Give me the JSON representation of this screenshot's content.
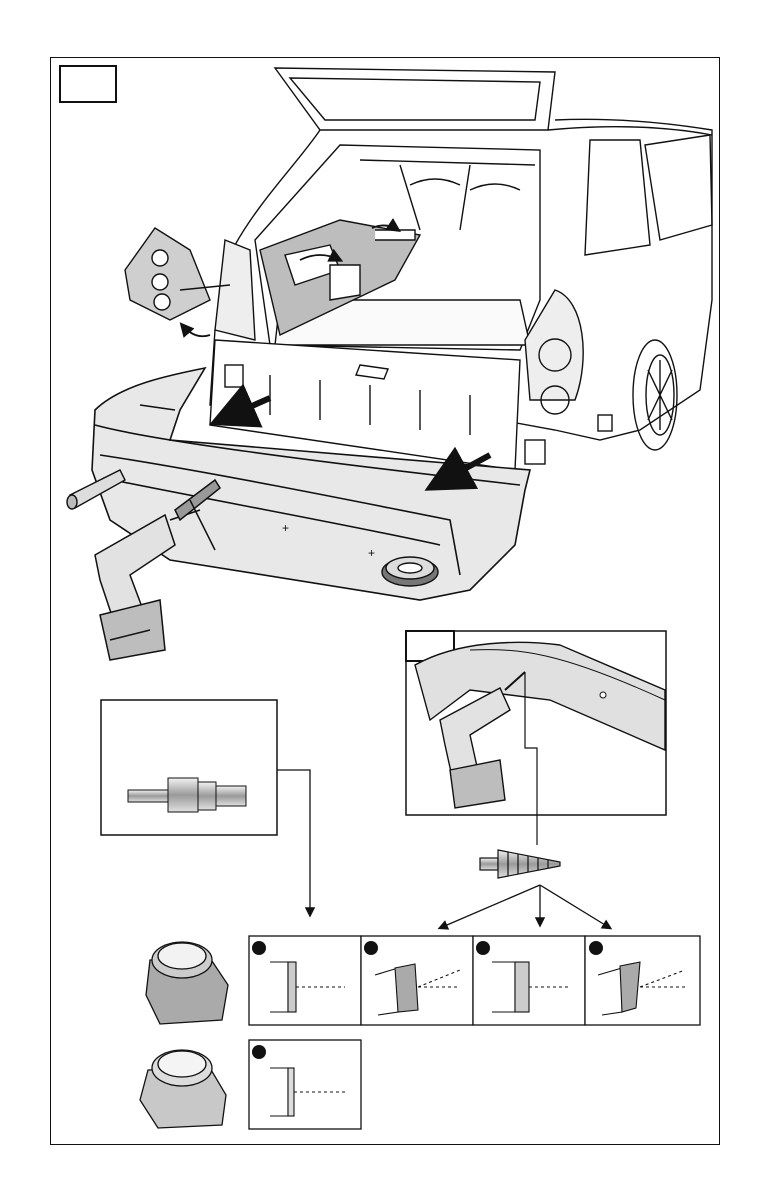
{
  "page": {
    "step_box_main": "",
    "step_box_detail": ""
  },
  "tools": {
    "drill": "drill-icon",
    "step_drill_bit": "step-drill-bit-icon",
    "tape_roll": "tape-roll-icon",
    "rod": "rod-icon"
  },
  "sensor_panels": [
    {
      "id": "panel-1"
    },
    {
      "id": "panel-2"
    },
    {
      "id": "panel-3"
    },
    {
      "id": "panel-4"
    },
    {
      "id": "panel-5"
    }
  ],
  "colors": {
    "line": "#111111",
    "shade": "#bdbdbd",
    "light": "#e6e6e6"
  }
}
